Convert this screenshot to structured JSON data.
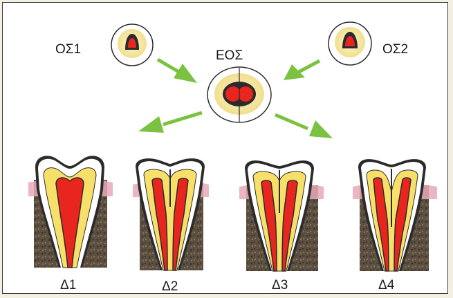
{
  "labels": {
    "source_left": "ΟΣ1",
    "source_right": "ΟΣ2",
    "zygote": "ΕΟΣ",
    "tooth_1": "Δ1",
    "tooth_2": "Δ2",
    "tooth_3": "Δ3",
    "tooth_4": "Δ4"
  },
  "colors": {
    "pulp": "#e8261f",
    "dentin": "#f6e06a",
    "enamel": "#ffffff",
    "outline": "#2b2b2b",
    "bone": "#5d5040",
    "gum": "#e7a9b7",
    "arrow": "#7cc242",
    "cell_band": "#f1de8c"
  },
  "teeth": [
    {
      "id": "tooth_1",
      "pulp": "single"
    },
    {
      "id": "tooth_2",
      "pulp": "split"
    },
    {
      "id": "tooth_3",
      "pulp": "split"
    },
    {
      "id": "tooth_4",
      "pulp": "split"
    }
  ]
}
